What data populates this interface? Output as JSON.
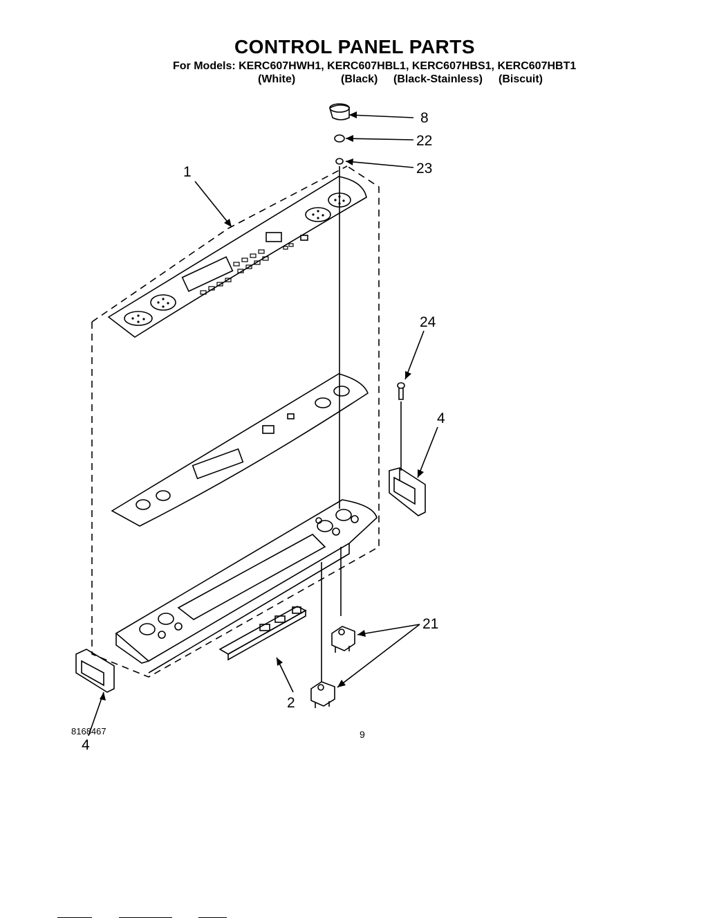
{
  "title": "CONTROL PANEL PARTS",
  "models_line": "For Models: KERC607HWH1, KERC607HBL1, KERC607HBS1, KERC607HBT1",
  "variants": [
    "(White)",
    "(Black)",
    "(Black-Stainless)",
    "(Biscuit)"
  ],
  "callouts": [
    "8",
    "22",
    "23",
    "1",
    "24",
    "4",
    "21",
    "2",
    "4"
  ],
  "footer": {
    "doc_number": "8168467",
    "page_number": "9"
  }
}
